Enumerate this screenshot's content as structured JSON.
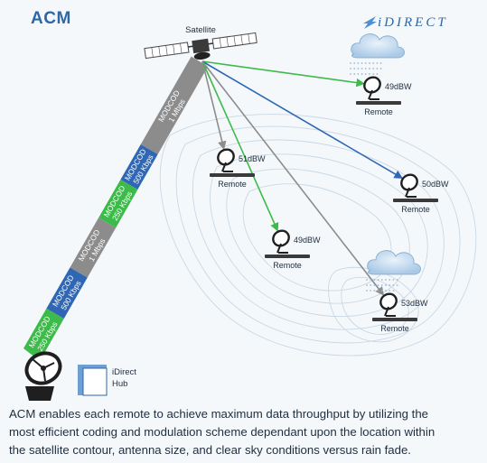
{
  "header": {
    "title": "ACM",
    "brand": "iDIRECT"
  },
  "satellite": {
    "label": "Satellite"
  },
  "hub": {
    "label_line1": "iDirect",
    "label_line2": "Hub"
  },
  "beam_segments": [
    {
      "line1": "MODCOD",
      "line2": "1 Mbps",
      "color": "#8c8c8c"
    },
    {
      "line1": "MODCOD",
      "line2": "500 Kbps",
      "color": "#2f67b5"
    },
    {
      "line1": "MODCOD",
      "line2": "250 Kbps",
      "color": "#3dbb4a"
    },
    {
      "line1": "MODCOD",
      "line2": "1 Mbps",
      "color": "#8c8c8c"
    },
    {
      "line1": "MODCOD",
      "line2": "500 Kbps",
      "color": "#2f67b5"
    },
    {
      "line1": "MODCOD",
      "line2": "250 Kbps",
      "color": "#3dbb4a"
    }
  ],
  "remotes": [
    {
      "label": "Remote",
      "power": "51dBW",
      "link_color": "#8c8c8c",
      "rain": false
    },
    {
      "label": "Remote",
      "power": "49dBW",
      "link_color": "#3dbb4a",
      "rain": false
    },
    {
      "label": "Remote",
      "power": "49dBW",
      "link_color": "#3dbb4a",
      "rain": true
    },
    {
      "label": "Remote",
      "power": "50dBW",
      "link_color": "#2f67b5",
      "rain": false
    },
    {
      "label": "Remote",
      "power": "53dBW",
      "link_color": "#8c8c8c",
      "rain": true
    }
  ],
  "caption": {
    "line1": "ACM enables each remote to achieve maximum data throughput by utilizing the",
    "line2": "most efficient coding and modulation scheme dependant upon the location within",
    "line3": "the satellite contour, antenna size, and clear sky conditions versus rain fade."
  },
  "colors": {
    "accent": "#2e67a8",
    "green": "#3dbb4a",
    "blue": "#2f67b5",
    "gray": "#8c8c8c"
  }
}
